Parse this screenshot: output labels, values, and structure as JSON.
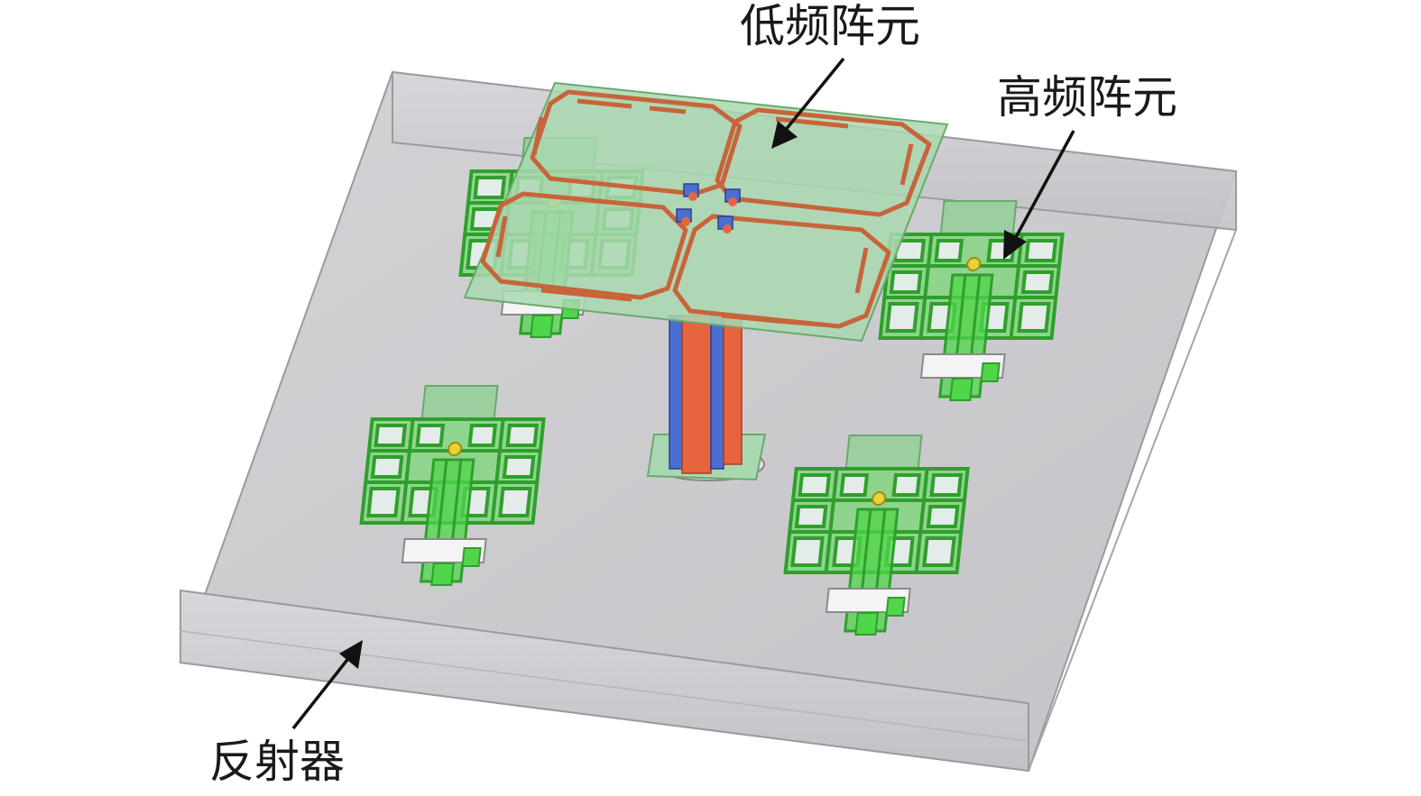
{
  "labels": {
    "low_freq": "低频阵元",
    "high_freq": "高频阵元",
    "reflector": "反射器"
  },
  "colors": {
    "reflector_fill": "#c9c9cb",
    "reflector_edge": "#9a9aa0",
    "high_freq_green": "#4fd64a",
    "high_freq_green_dark": "#2f9f2c",
    "low_freq_board": "#a9d8b0",
    "low_freq_trace": "#c8643a",
    "stem_orange": "#e8643e",
    "stem_blue": "#4a6fd0",
    "label_text": "#1a1a1a"
  }
}
